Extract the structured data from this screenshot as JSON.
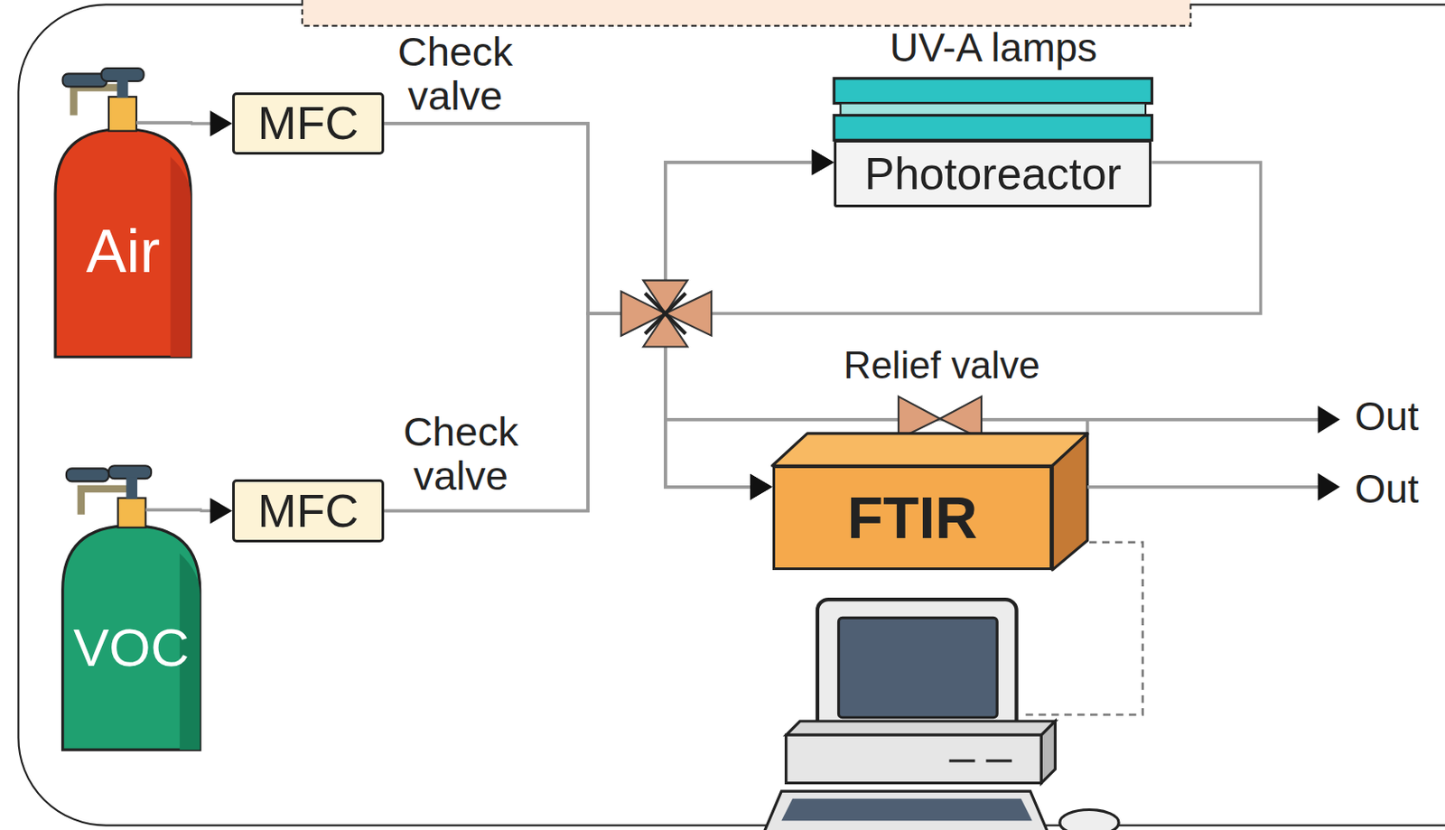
{
  "diagram": {
    "nodes": [
      {
        "text": [
          "Air"
        ]
      },
      {
        "text": [
          "MFC"
        ]
      },
      {
        "text": [
          "VOC"
        ]
      },
      {
        "text": [
          "MFC"
        ]
      },
      {
        "text": [
          "Photoreactor"
        ]
      },
      {
        "text": [
          "FTIR"
        ]
      }
    ],
    "edges": [
      {
        "from": 0,
        "to": 1,
        "arrow": "to"
      },
      {
        "from": 2,
        "to": 3,
        "arrow": "to"
      },
      {
        "from": 1,
        "to": 4,
        "arrow": "to"
      },
      {
        "from": 1,
        "to": 5,
        "arrow": "to"
      },
      {
        "from": 3,
        "to": 4,
        "arrow": "to"
      },
      {
        "from": 3,
        "to": 5,
        "arrow": "to"
      },
      {
        "from": 4,
        "to": 5,
        "arrow": "to"
      }
    ],
    "labels": [
      "Check valve",
      "Check valve",
      "UV-A lamps",
      "Relief valve",
      "Out",
      "Out"
    ]
  }
}
